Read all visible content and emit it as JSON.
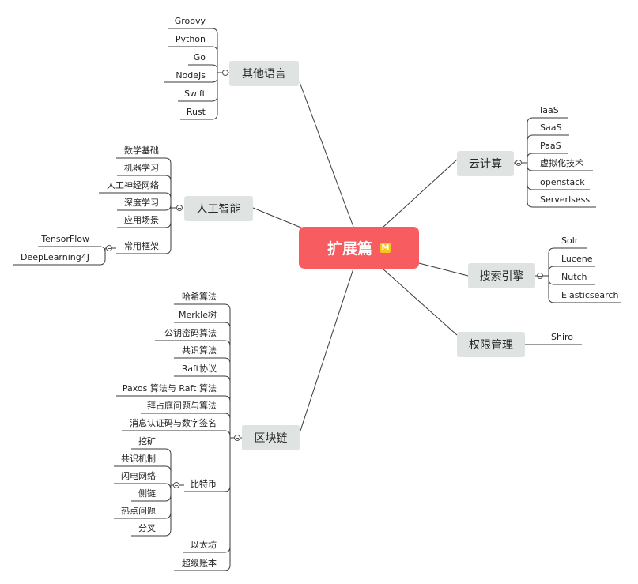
{
  "root": {
    "label": "扩展篇",
    "badge": "M"
  },
  "topics": {
    "other_langs": {
      "label": "其他语言",
      "items": [
        "Groovy",
        "Python",
        "Go",
        "NodeJs",
        "Swift",
        "Rust"
      ]
    },
    "ai": {
      "label": "人工智能",
      "items": [
        "数学基础",
        "机器学习",
        "人工神经网络",
        "深度学习",
        "应用场景"
      ],
      "framework": {
        "label": "常用框架",
        "items": [
          "TensorFlow",
          "DeepLearning4J"
        ]
      }
    },
    "blockchain": {
      "label": "区块链",
      "items": [
        "哈希算法",
        "Merkle树",
        "公钥密码算法",
        "共识算法",
        "Raft协议",
        "Paxos 算法与 Raft 算法",
        "拜占庭问题与算法",
        "消息认证码与数字签名"
      ],
      "bitcoin": {
        "label": "比特币",
        "items": [
          "挖矿",
          "共识机制",
          "闪电网络",
          "侧链",
          "热点问题",
          "分叉"
        ]
      },
      "tail_items": [
        "以太坊",
        "超级账本"
      ]
    },
    "cloud": {
      "label": "云计算",
      "items": [
        "IaaS",
        "SaaS",
        "PaaS",
        "虚拟化技术",
        "openstack",
        "Serverlsess"
      ]
    },
    "search": {
      "label": "搜索引擎",
      "items": [
        "Solr",
        "Lucene",
        "Nutch",
        "Elasticsearch"
      ]
    },
    "auth": {
      "label": "权限管理",
      "items": [
        "Shiro"
      ]
    }
  }
}
